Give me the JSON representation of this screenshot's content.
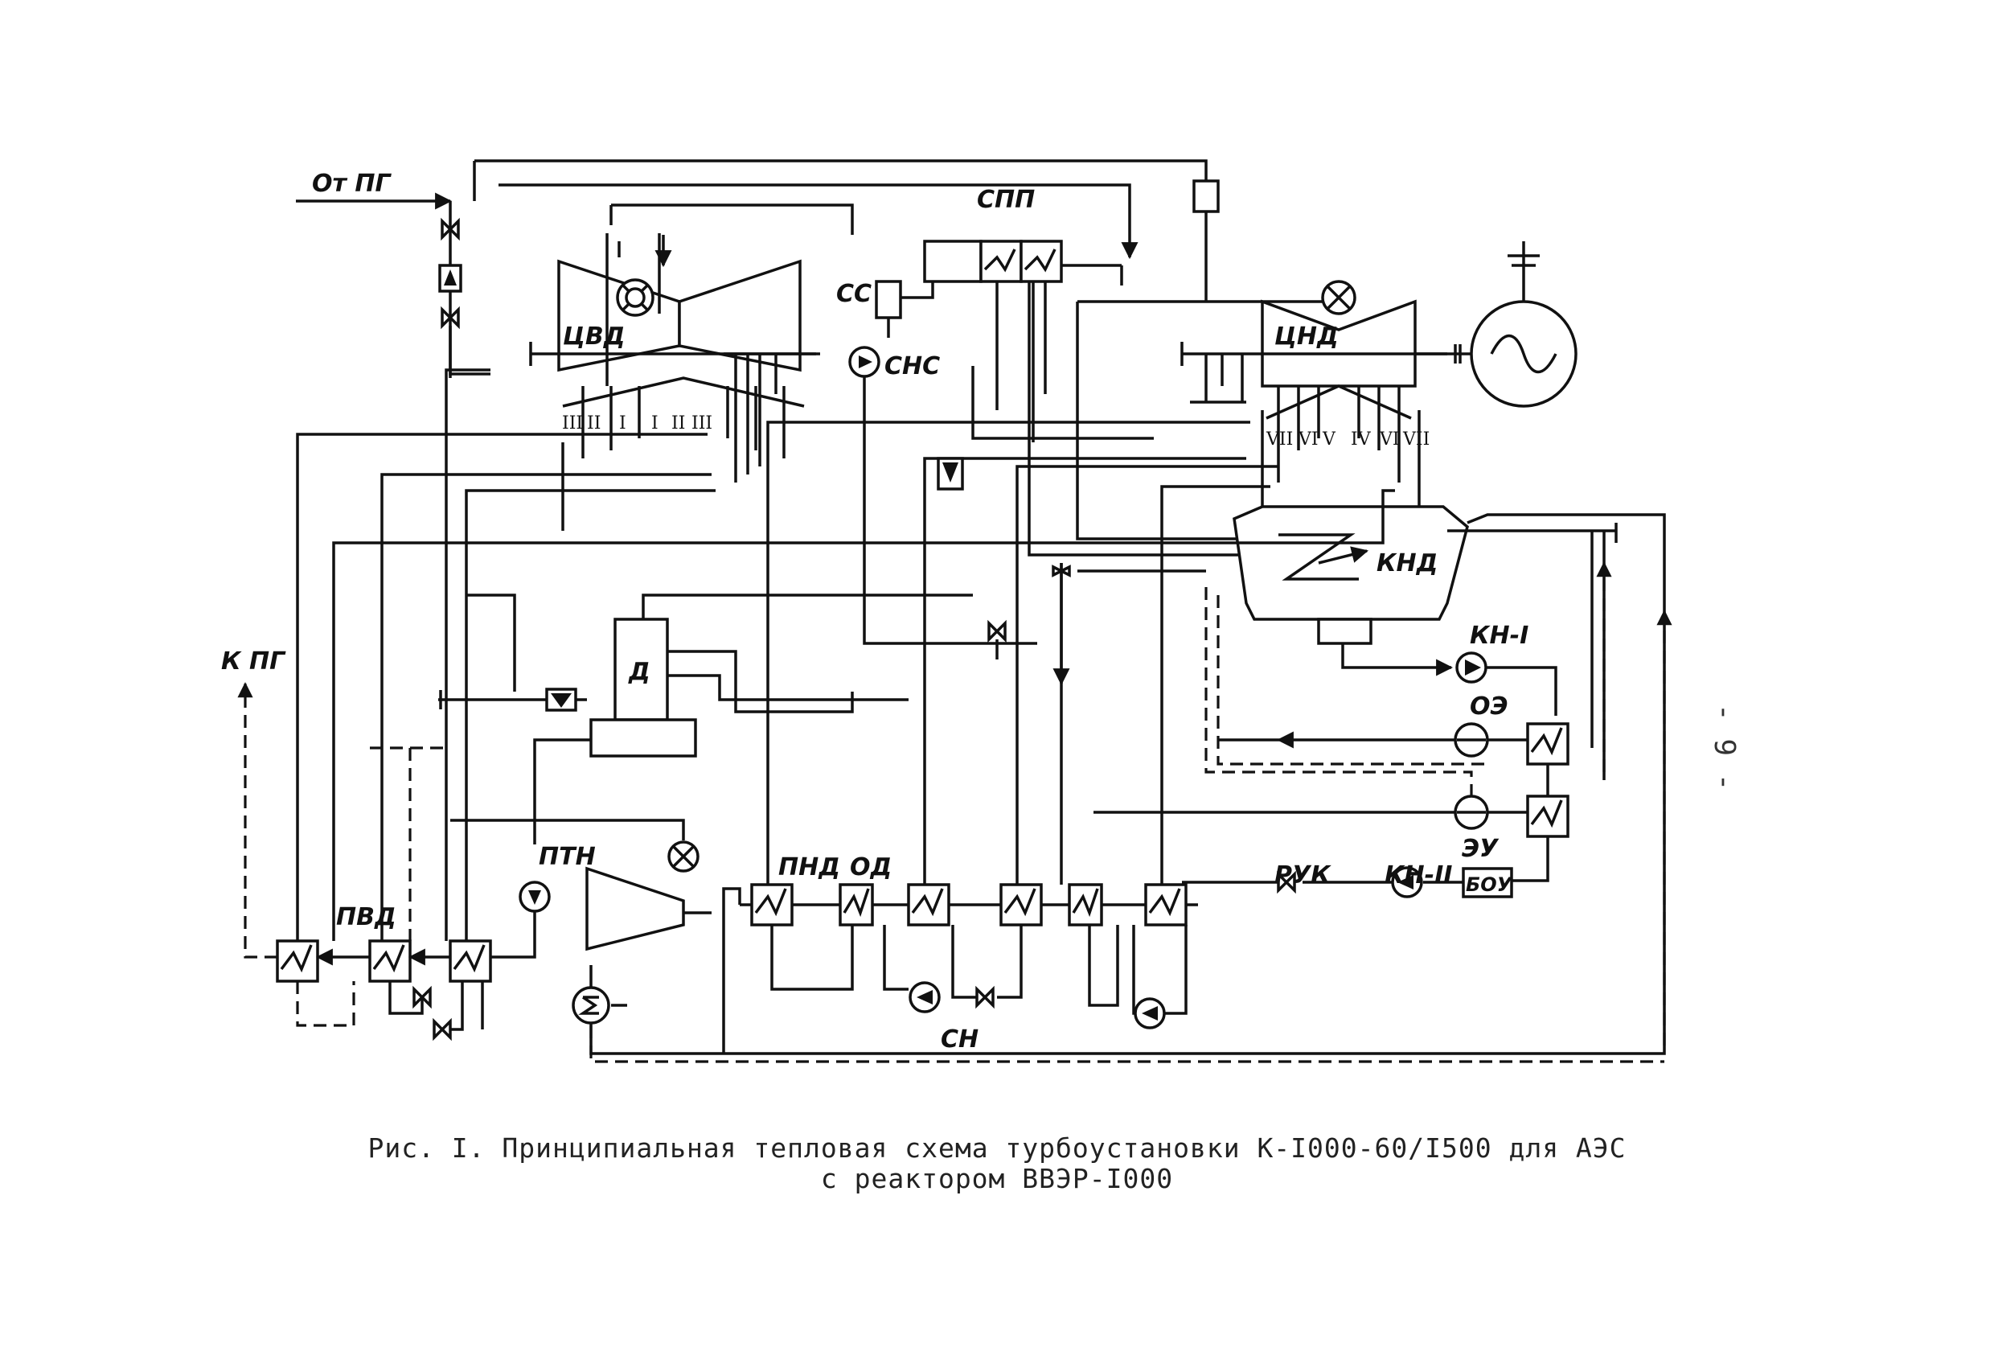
{
  "labels": {
    "from_sg": "От ПГ",
    "to_sg": "К ПГ",
    "spp": "СПП",
    "ss": "СС",
    "sns": "СНС",
    "cvd": "ЦВД",
    "cnd": "ЦНД",
    "knd": "КНД",
    "d": "Д",
    "ptn": "ПТН",
    "pvd": "ПВД",
    "pnd": "ПНД",
    "od": "ОД",
    "sn": "СН",
    "ruk": "РУК",
    "kn1": "КН-I",
    "kn2": "КН-II",
    "oe": "ОЭ",
    "eu": "ЭУ",
    "bou": "БОУ"
  },
  "extractions": {
    "hp": [
      "III",
      "II",
      "I",
      "I",
      "II",
      "III"
    ],
    "lp": [
      "VII",
      "VI",
      "V",
      "IV",
      "VI",
      "VII"
    ]
  },
  "caption": {
    "line1": "Рис. I. Принципиальная тепловая схема турбоустановки К-I000-60/I500 для АЭС",
    "line2": "с реактором ВВЭР-I000"
  },
  "page_number": "- 9 -"
}
